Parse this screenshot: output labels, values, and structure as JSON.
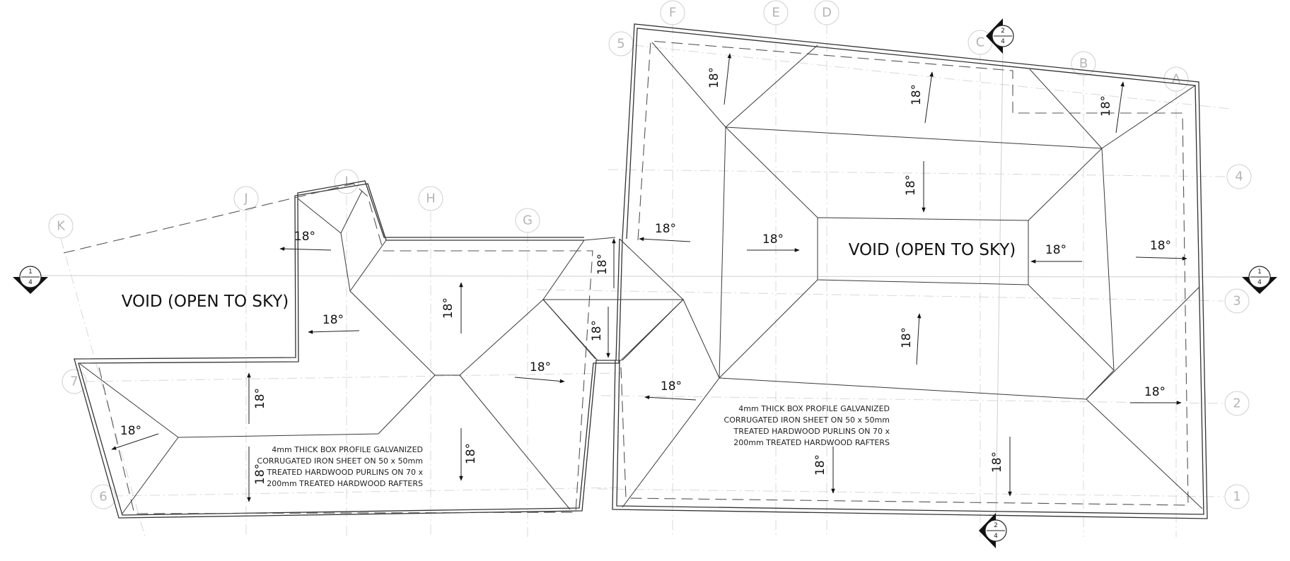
{
  "grid_labels": {
    "F": "F",
    "E": "E",
    "D": "D",
    "C": "C",
    "B": "B",
    "A": "A",
    "J": "J",
    "I": "I",
    "H": "H",
    "G": "G",
    "K": "K",
    "r5": "5",
    "r4": "4",
    "r3": "3",
    "r2": "2",
    "r1": "1",
    "r7": "7",
    "r6": "6"
  },
  "voids": {
    "left": "VOID (OPEN TO SKY)",
    "right": "VOID (OPEN TO SKY)"
  },
  "pitch": "18°",
  "section_markers": {
    "s1_top": "1",
    "s1_bottom": "4",
    "s2_top": "2",
    "s2_bottom": "4"
  },
  "notes": {
    "left": [
      "4mm THICK BOX PROFILE GALVANIZED",
      "CORRUGATED IRON SHEET ON 50 x 50mm",
      "TREATED HARDWOOD PURLINS ON 70 x",
      "200mm TREATED HARDWOOD RAFTERS"
    ],
    "right": [
      "4mm THICK BOX PROFILE GALVANIZED",
      "CORRUGATED IRON SHEET ON 50 x 50mm",
      "TREATED HARDWOOD PURLINS ON 70 x",
      "200mm TREATED HARDWOOD RAFTERS"
    ]
  }
}
